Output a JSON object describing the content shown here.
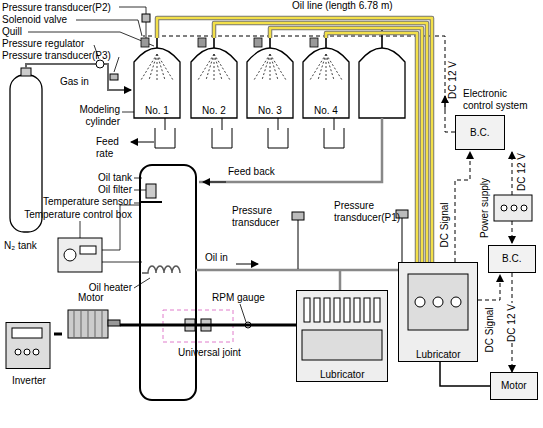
{
  "diagram": {
    "nodes": [
      {
        "text": [
          "No. 1"
        ]
      },
      {
        "text": [
          "No. 2"
        ]
      },
      {
        "text": [
          "No. 3"
        ]
      },
      {
        "text": [
          "No. 4"
        ]
      },
      {
        "text": [
          "B.C."
        ]
      },
      {
        "text": [
          "B.C."
        ]
      },
      {
        "text": [
          "Lubricator"
        ]
      },
      {
        "text": [
          "Lubricator"
        ]
      },
      {
        "text": [
          "Motor"
        ]
      },
      {
        "text": [
          "Motor"
        ]
      },
      {
        "text": [
          "Inverter"
        ]
      }
    ],
    "edges": [
      {
        "from": 7,
        "to": 0,
        "arrow": "none"
      },
      {
        "from": 7,
        "to": 1,
        "arrow": "none"
      },
      {
        "from": 7,
        "to": 2,
        "arrow": "none"
      },
      {
        "from": 7,
        "to": 3,
        "arrow": "none"
      },
      {
        "from": 5,
        "to": 8,
        "arrow": "to",
        "label": "DC 12 V"
      },
      {
        "from": 9,
        "to": 6,
        "arrow": "none"
      },
      {
        "from": 10,
        "to": 9,
        "arrow": "none"
      }
    ],
    "labels": [
      "Pressure transducer(P2)",
      "Solenoid valve",
      "Quill",
      "Pressure regulator",
      "Pressure transducer(P3)",
      "Oil line (length 6.78 m)",
      "Electronic control system",
      "Gas in",
      "N₂ tank",
      "Modeling cylinder",
      "Feed rate",
      "DC 12 V",
      "Power supply",
      "DC 12 V",
      "DC Signal",
      "DC Signal",
      "Feed back",
      "Pressure transducer(P1)",
      "Pressure transducer",
      "Oil tank",
      "Oil filter",
      "Temperature sensor",
      "Temperature control box",
      "Oil heater",
      "Oil in",
      "RPM gauge",
      "Universal joint"
    ]
  }
}
